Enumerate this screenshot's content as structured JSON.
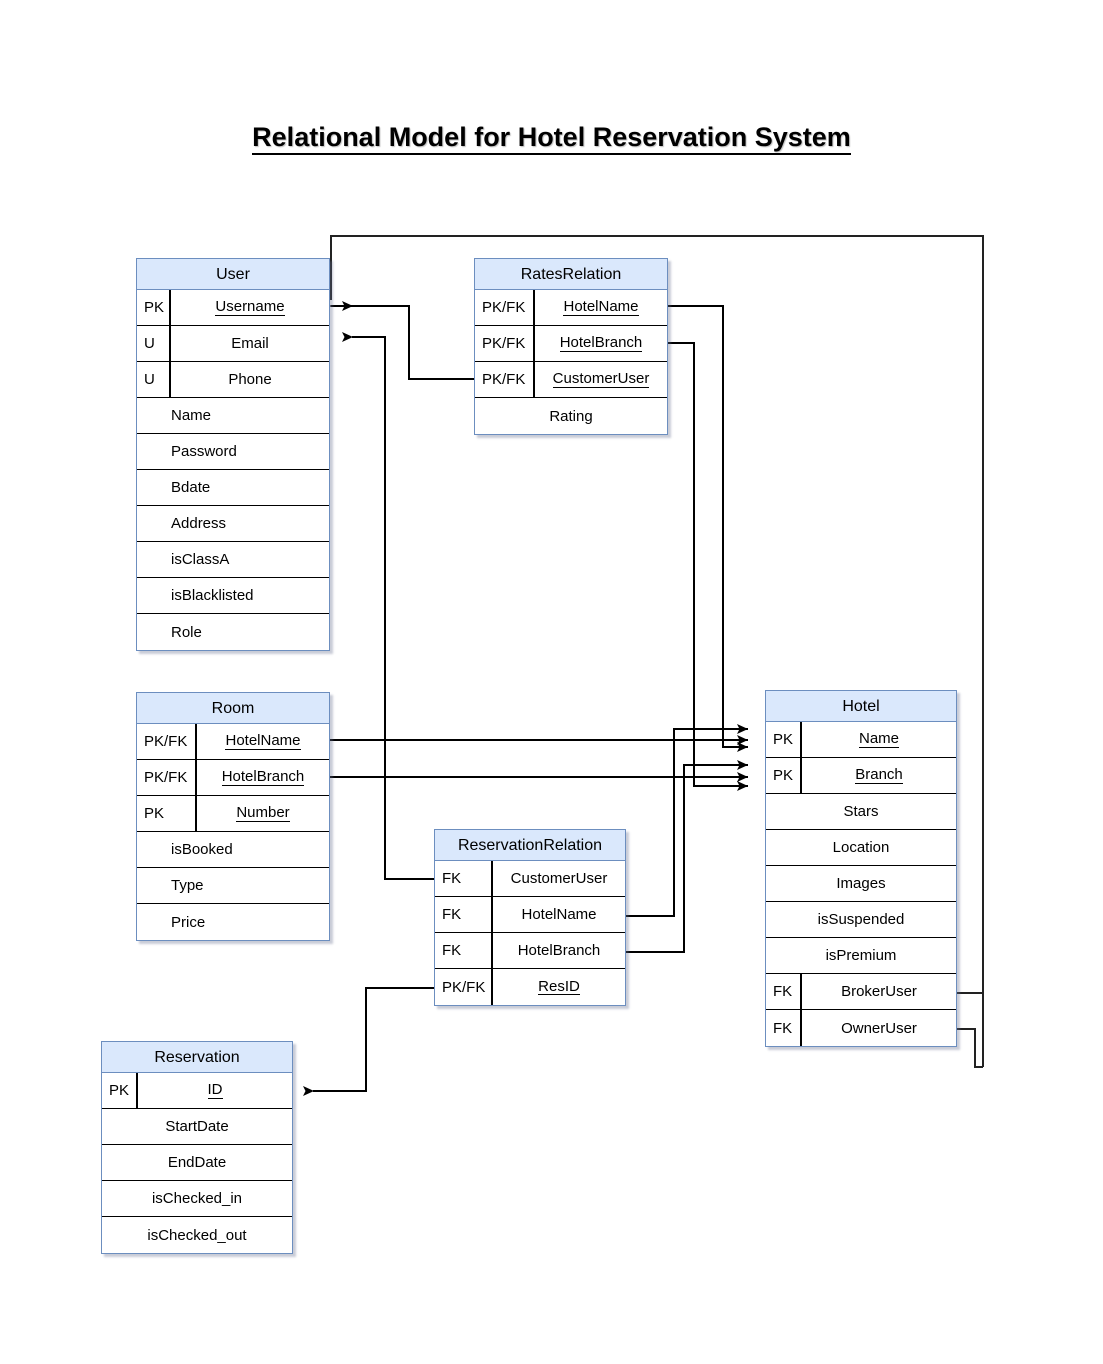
{
  "diagram": {
    "title": "Relational Model for Hotel Reservation System",
    "accent_header": "#dae8fc",
    "accent_border": "#6c8ebf",
    "line_color": "#000000"
  },
  "tables": {
    "user": {
      "name": "User",
      "rows": [
        {
          "key": "PK",
          "attr": "Username",
          "underline": true
        },
        {
          "key": "U",
          "attr": "Email",
          "underline": false
        },
        {
          "key": "U",
          "attr": "Phone",
          "underline": false
        },
        {
          "key": "",
          "attr": "Name",
          "underline": false
        },
        {
          "key": "",
          "attr": "Password",
          "underline": false
        },
        {
          "key": "",
          "attr": "Bdate",
          "underline": false
        },
        {
          "key": "",
          "attr": "Address",
          "underline": false
        },
        {
          "key": "",
          "attr": "isClassA",
          "underline": false
        },
        {
          "key": "",
          "attr": "isBlacklisted",
          "underline": false
        },
        {
          "key": "",
          "attr": "Role",
          "underline": false
        }
      ]
    },
    "rates_relation": {
      "name": "RatesRelation",
      "rows": [
        {
          "key": "PK/FK",
          "attr": "HotelName",
          "underline": true
        },
        {
          "key": "PK/FK",
          "attr": "HotelBranch",
          "underline": true
        },
        {
          "key": "PK/FK",
          "attr": "CustomerUser",
          "underline": true
        },
        {
          "key": "",
          "attr": "Rating",
          "underline": false
        }
      ]
    },
    "room": {
      "name": "Room",
      "rows": [
        {
          "key": "PK/FK",
          "attr": "HotelName",
          "underline": true
        },
        {
          "key": "PK/FK",
          "attr": "HotelBranch",
          "underline": true
        },
        {
          "key": "PK",
          "attr": "Number",
          "underline": true
        },
        {
          "key": "",
          "attr": "isBooked",
          "underline": false
        },
        {
          "key": "",
          "attr": "Type",
          "underline": false
        },
        {
          "key": "",
          "attr": "Price",
          "underline": false
        }
      ]
    },
    "hotel": {
      "name": "Hotel",
      "rows": [
        {
          "key": "PK",
          "attr": "Name",
          "underline": true
        },
        {
          "key": "PK",
          "attr": "Branch",
          "underline": true
        },
        {
          "key": "",
          "attr": "Stars",
          "underline": false
        },
        {
          "key": "",
          "attr": "Location",
          "underline": false
        },
        {
          "key": "",
          "attr": "Images",
          "underline": false
        },
        {
          "key": "",
          "attr": "isSuspended",
          "underline": false
        },
        {
          "key": "",
          "attr": "isPremium",
          "underline": false
        },
        {
          "key": "FK",
          "attr": "BrokerUser",
          "underline": false
        },
        {
          "key": "FK",
          "attr": "OwnerUser",
          "underline": false
        }
      ]
    },
    "reservation_relation": {
      "name": "ReservationRelation",
      "rows": [
        {
          "key": "FK",
          "attr": "CustomerUser",
          "underline": false
        },
        {
          "key": "FK",
          "attr": "HotelName",
          "underline": false
        },
        {
          "key": "FK",
          "attr": "HotelBranch",
          "underline": false
        },
        {
          "key": "PK/FK",
          "attr": "ResID",
          "underline": true
        }
      ]
    },
    "reservation": {
      "name": "Reservation",
      "rows": [
        {
          "key": "PK",
          "attr": "ID",
          "underline": true
        },
        {
          "key": "",
          "attr": "StartDate",
          "underline": false
        },
        {
          "key": "",
          "attr": "EndDate",
          "underline": false
        },
        {
          "key": "",
          "attr": "isChecked_in",
          "underline": false
        },
        {
          "key": "",
          "attr": "isChecked_out",
          "underline": false
        }
      ]
    }
  },
  "relationships": [
    {
      "from": "rates_relation.CustomerUser",
      "to": "user.Username"
    },
    {
      "from": "rates_relation.HotelName",
      "to": "hotel.Name"
    },
    {
      "from": "rates_relation.HotelBranch",
      "to": "hotel.Branch"
    },
    {
      "from": "room.HotelName",
      "to": "hotel.Name"
    },
    {
      "from": "room.HotelBranch",
      "to": "hotel.Branch"
    },
    {
      "from": "reservation_relation.CustomerUser",
      "to": "user.Email"
    },
    {
      "from": "reservation_relation.HotelName",
      "to": "hotel.Name"
    },
    {
      "from": "reservation_relation.HotelBranch",
      "to": "hotel.Branch"
    },
    {
      "from": "reservation_relation.ResID",
      "to": "reservation.ID"
    },
    {
      "from": "hotel.BrokerUser",
      "to": "user.Username"
    },
    {
      "from": "hotel.OwnerUser",
      "to": "user.Username"
    }
  ]
}
